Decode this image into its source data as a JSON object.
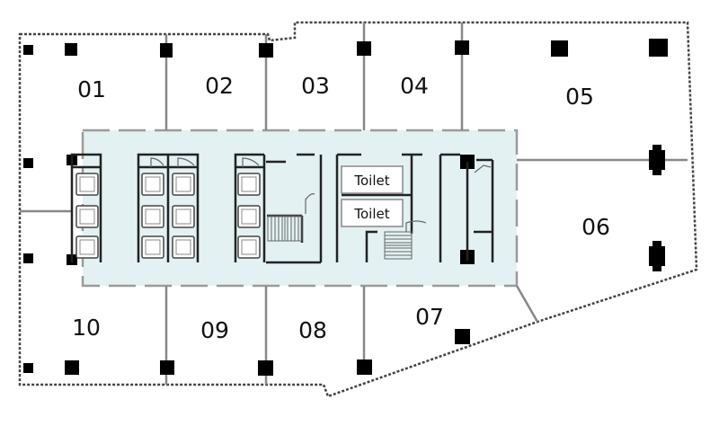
{
  "units": [
    {
      "id": "01",
      "label": "01"
    },
    {
      "id": "02",
      "label": "02"
    },
    {
      "id": "03",
      "label": "03"
    },
    {
      "id": "04",
      "label": "04"
    },
    {
      "id": "05",
      "label": "05"
    },
    {
      "id": "06",
      "label": "06"
    },
    {
      "id": "07",
      "label": "07"
    },
    {
      "id": "08",
      "label": "08"
    },
    {
      "id": "09",
      "label": "09"
    },
    {
      "id": "10",
      "label": "10"
    }
  ],
  "core": {
    "toilets": [
      {
        "label": "Toilet"
      },
      {
        "label": "Toilet"
      }
    ]
  },
  "colors": {
    "core_fill": "#e3f1f3",
    "wall": "#222222",
    "partition": "#888888",
    "column": "#000000"
  }
}
